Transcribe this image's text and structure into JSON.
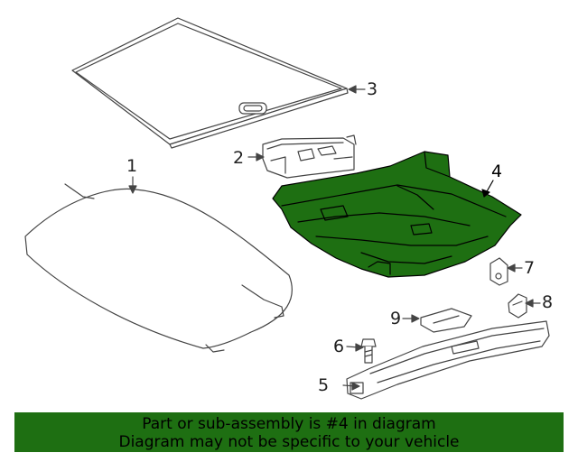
{
  "callouts": {
    "c1": "1",
    "c2": "2",
    "c3": "3",
    "c4": "4",
    "c5": "5",
    "c6": "6",
    "c7": "7",
    "c8": "8",
    "c9": "9"
  },
  "highlight_color": "#1e6f12",
  "banner": {
    "line1": "Part or sub-assembly is #4 in diagram",
    "line2": "Diagram may not be specific to your vehicle"
  }
}
